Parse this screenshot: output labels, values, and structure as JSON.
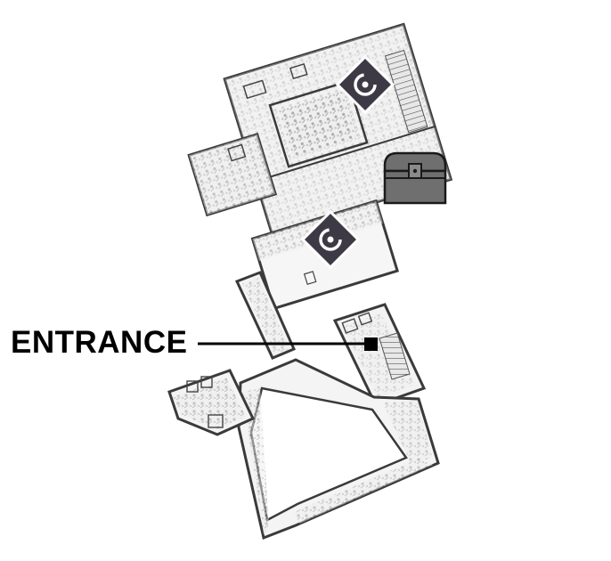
{
  "map": {
    "entrance_label": "ENTRANCE",
    "markers": [
      {
        "kind": "objective",
        "icon": "objective-diamond-icon"
      },
      {
        "kind": "objective",
        "icon": "objective-diamond-icon"
      },
      {
        "kind": "loot",
        "icon": "treasure-chest-icon"
      }
    ],
    "colors": {
      "wall": "#3a3a3a",
      "floor": "#f4f4f4",
      "clutter": "#9a9a9a",
      "marker_fill": "#3d3a45",
      "chest_fill": "#6f6f6f",
      "label": "#000000"
    }
  }
}
